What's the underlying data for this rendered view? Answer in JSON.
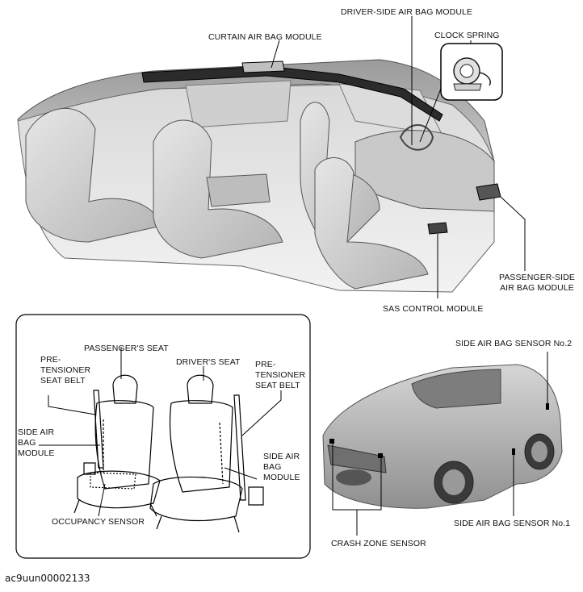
{
  "labels": {
    "driver_side_air_bag_module": "DRIVER-SIDE AIR BAG MODULE",
    "curtain_air_bag_module": "CURTAIN AIR BAG MODULE",
    "clock_spring": "CLOCK SPRING",
    "passenger_side_air_bag_module": "PASSENGER-SIDE AIR BAG MODULE",
    "sas_control_module": "SAS CONTROL MODULE",
    "passengers_seat": "PASSENGER'S SEAT",
    "drivers_seat": "DRIVER'S SEAT",
    "pretensioner_left": "PRE-TENSIONER SEAT BELT",
    "pretensioner_right": "PRE-TENSIONER SEAT BELT",
    "side_air_bag_module_left": "SIDE AIR BAG MODULE",
    "side_air_bag_module_right": "SIDE AIR BAG MODULE",
    "occupancy_sensor": "OCCUPANCY SENSOR",
    "side_air_bag_sensor_no2": "SIDE AIR BAG SENSOR No.2",
    "side_air_bag_sensor_no1": "SIDE AIR BAG SENSOR No.1",
    "crash_zone_sensor": "CRASH ZONE SENSOR"
  },
  "caption": "ac9uun00002133"
}
